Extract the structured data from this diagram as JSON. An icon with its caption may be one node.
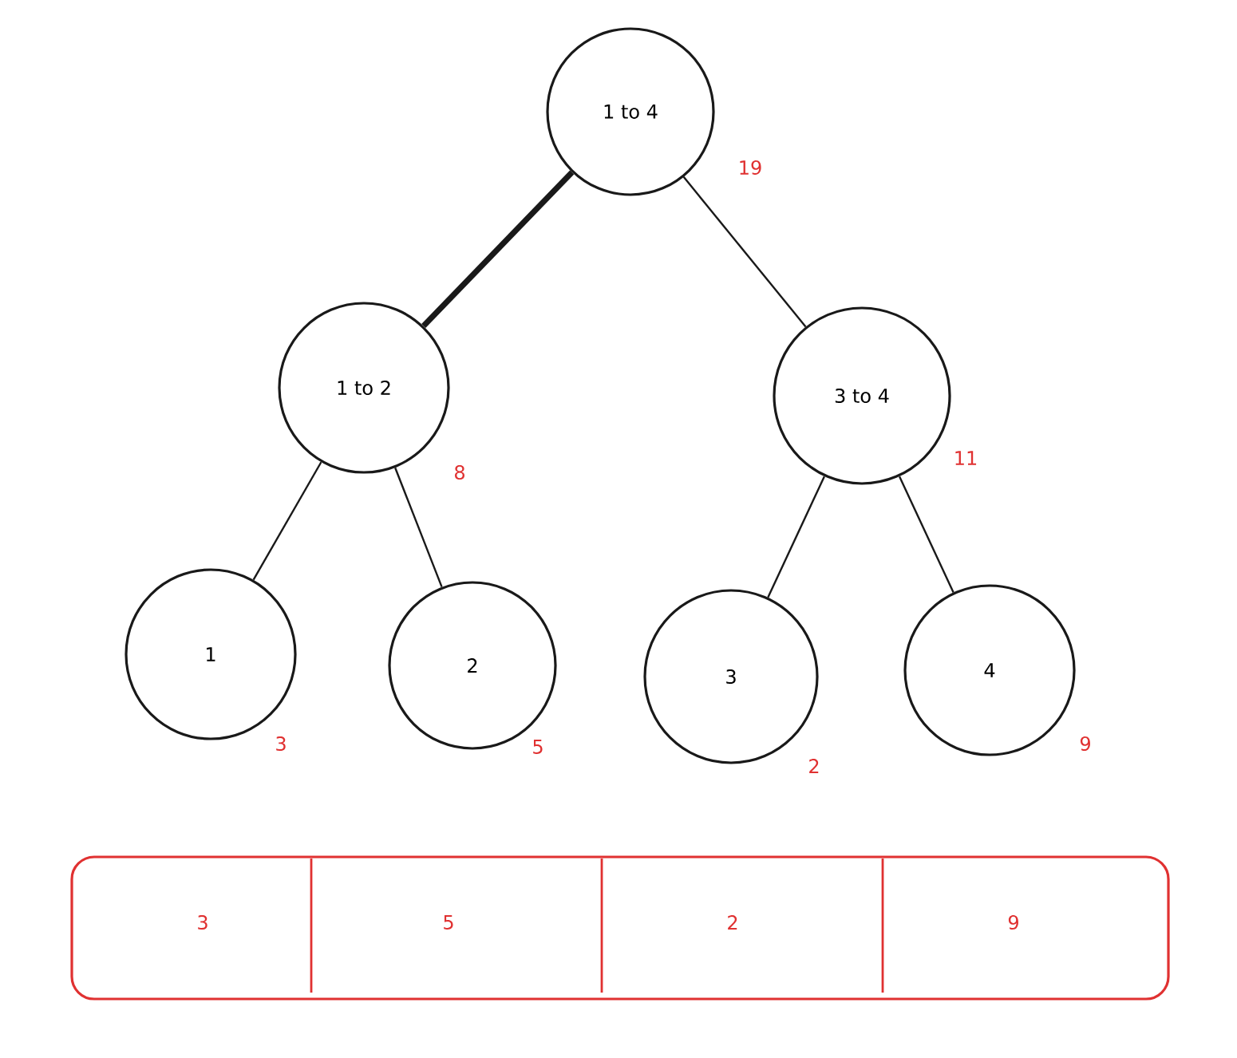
{
  "diagram": {
    "nodes": [
      {
        "text": [
          "1 to 4"
        ],
        "beside": [
          "19"
        ]
      },
      {
        "text": [
          "1 to 2"
        ],
        "beside": [
          "8"
        ]
      },
      {
        "text": [
          "3 to 4"
        ],
        "beside": [
          "11"
        ]
      },
      {
        "text": [
          "1"
        ],
        "beside": [
          "3"
        ]
      },
      {
        "text": [
          "2"
        ],
        "beside": [
          "5"
        ]
      },
      {
        "text": [
          "3"
        ],
        "beside": [
          "2"
        ]
      },
      {
        "text": [
          "4"
        ],
        "beside": [
          "9"
        ]
      }
    ],
    "edges": [
      {
        "from": 0,
        "to": 1,
        "arrow": "none",
        "style": "thick"
      },
      {
        "from": 0,
        "to": 2,
        "arrow": "none"
      },
      {
        "from": 1,
        "to": 3,
        "arrow": "none"
      },
      {
        "from": 1,
        "to": 4,
        "arrow": "none"
      },
      {
        "from": 2,
        "to": 5,
        "arrow": "none"
      },
      {
        "from": 2,
        "to": 6,
        "arrow": "none"
      }
    ],
    "labels": [
      "3",
      "5",
      "2",
      "9"
    ]
  }
}
